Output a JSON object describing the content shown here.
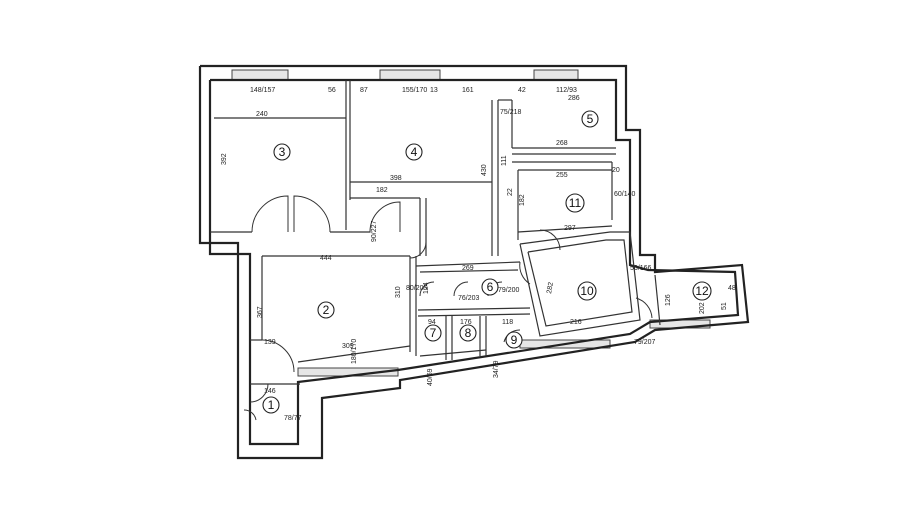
{
  "rooms": [
    {
      "id": "r1",
      "label": "1"
    },
    {
      "id": "r2",
      "label": "2"
    },
    {
      "id": "r3",
      "label": "3"
    },
    {
      "id": "r4",
      "label": "4"
    },
    {
      "id": "r5",
      "label": "5"
    },
    {
      "id": "r6",
      "label": "6"
    },
    {
      "id": "r7",
      "label": "7"
    },
    {
      "id": "r8",
      "label": "8"
    },
    {
      "id": "r9",
      "label": "9"
    },
    {
      "id": "r10",
      "label": "10"
    },
    {
      "id": "r11",
      "label": "11"
    },
    {
      "id": "r12",
      "label": "12"
    }
  ],
  "dimensions": [
    {
      "id": "d1",
      "text": "240"
    },
    {
      "id": "d2",
      "text": "392"
    },
    {
      "id": "d3",
      "text": "148/157"
    },
    {
      "id": "d4",
      "text": "56"
    },
    {
      "id": "d5",
      "text": "87"
    },
    {
      "id": "d6",
      "text": "13"
    },
    {
      "id": "d7",
      "text": "155/170"
    },
    {
      "id": "d8",
      "text": "161"
    },
    {
      "id": "d9",
      "text": "75/218"
    },
    {
      "id": "d10",
      "text": "42"
    },
    {
      "id": "d11",
      "text": "112/93"
    },
    {
      "id": "d12",
      "text": "286"
    },
    {
      "id": "d13",
      "text": "268"
    },
    {
      "id": "d14",
      "text": "398"
    },
    {
      "id": "d15",
      "text": "430"
    },
    {
      "id": "d16",
      "text": "182"
    },
    {
      "id": "d17",
      "text": "255"
    },
    {
      "id": "d18",
      "text": "182"
    },
    {
      "id": "d19",
      "text": "297"
    },
    {
      "id": "d20",
      "text": "444"
    },
    {
      "id": "d21",
      "text": "367"
    },
    {
      "id": "d22",
      "text": "309"
    },
    {
      "id": "d23",
      "text": "269"
    },
    {
      "id": "d24",
      "text": "282"
    },
    {
      "id": "d25",
      "text": "216"
    },
    {
      "id": "d26",
      "text": "139"
    },
    {
      "id": "d27",
      "text": "146"
    },
    {
      "id": "d28",
      "text": "118"
    },
    {
      "id": "d29",
      "text": "48"
    },
    {
      "id": "d30",
      "text": "60/140"
    },
    {
      "id": "d31",
      "text": "56/166"
    },
    {
      "id": "d32",
      "text": "80/205"
    },
    {
      "id": "d33",
      "text": "79/200"
    },
    {
      "id": "d34",
      "text": "79/207"
    },
    {
      "id": "d35",
      "text": "76/203"
    },
    {
      "id": "d36",
      "text": "90/227"
    },
    {
      "id": "d37",
      "text": "78/77"
    },
    {
      "id": "d38",
      "text": "40/69"
    },
    {
      "id": "d39",
      "text": "34/79"
    },
    {
      "id": "d40",
      "text": "180/170"
    },
    {
      "id": "d41",
      "text": "94"
    },
    {
      "id": "d42",
      "text": "176"
    },
    {
      "id": "d43",
      "text": "310"
    },
    {
      "id": "d44",
      "text": "124"
    },
    {
      "id": "d45",
      "text": "111"
    },
    {
      "id": "d46",
      "text": "22"
    },
    {
      "id": "d47",
      "text": "20"
    },
    {
      "id": "d48",
      "text": "202"
    },
    {
      "id": "d49",
      "text": "126"
    },
    {
      "id": "d50",
      "text": "51"
    }
  ]
}
